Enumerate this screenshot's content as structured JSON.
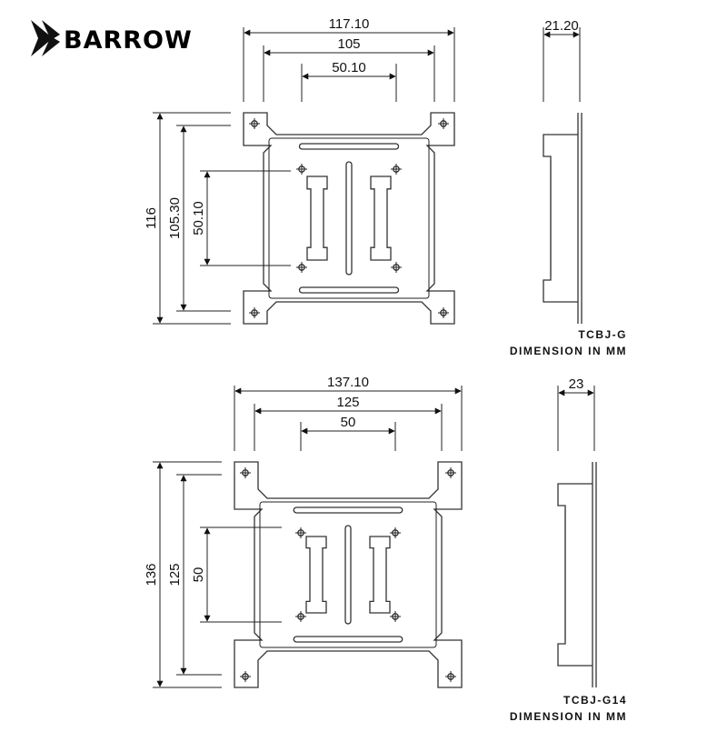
{
  "brand": {
    "name": "BARROW"
  },
  "diagrams": [
    {
      "model": "TCBJ-G",
      "caption": "DIMENSION IN MM",
      "widths": {
        "overall": "117.10",
        "mid": "105",
        "inner": "50.10"
      },
      "heights": {
        "overall": "116",
        "mid": "105.30",
        "inner": "50.10"
      },
      "side_depth": "21.20"
    },
    {
      "model": "TCBJ-G14",
      "caption": "DIMENSION IN MM",
      "widths": {
        "overall": "137.10",
        "mid": "125",
        "inner": "50"
      },
      "heights": {
        "overall": "136",
        "mid": "125",
        "inner": "50"
      },
      "side_depth": "23"
    }
  ]
}
